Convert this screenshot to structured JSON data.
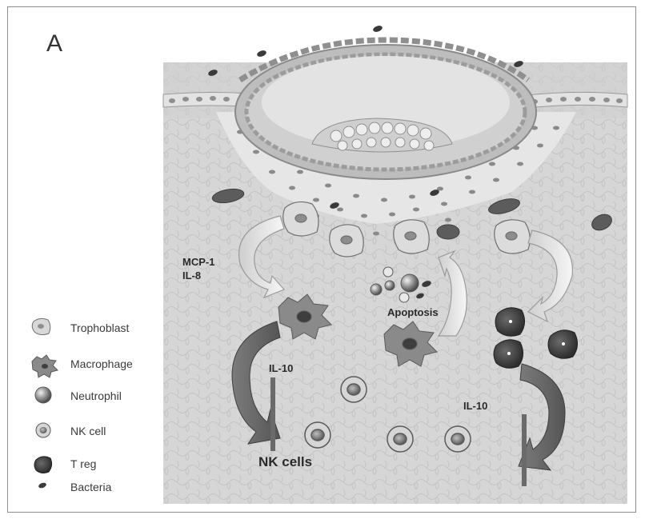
{
  "panel_label": "A",
  "labels": {
    "mcp1": "MCP-1",
    "il8": "IL-8",
    "apoptosis": "Apoptosis",
    "il10_left": "IL-10",
    "il10_right": "IL-10",
    "nk_cells": "NK cells"
  },
  "legend": {
    "trophoblast": "Trophoblast",
    "macrophage": "Macrophage",
    "neutrophil": "Neutrophil",
    "nk_cell": "NK cell",
    "treg": "T reg",
    "bacteria": "Bacteria"
  }
}
